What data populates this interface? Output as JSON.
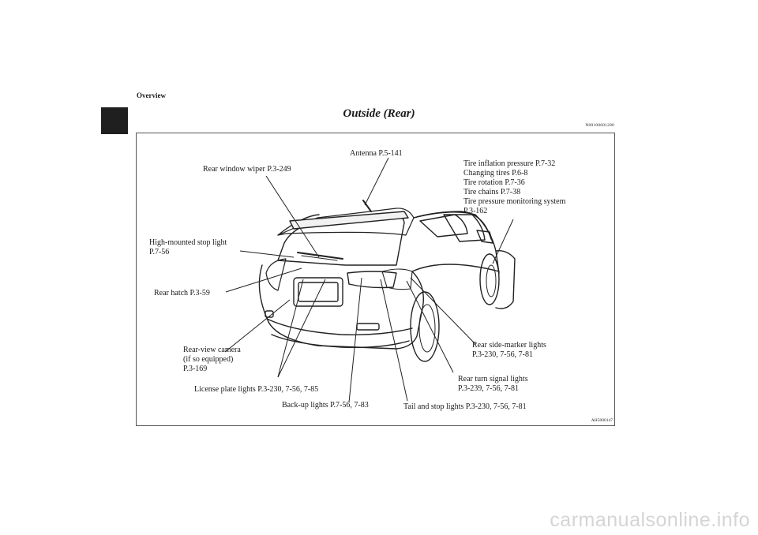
{
  "header": {
    "section": "Overview",
    "title": "Outside (Rear)",
    "doc_code": "N00100601280"
  },
  "figure": {
    "code": "AH5000147",
    "callouts": {
      "antenna": "Antenna P.5-141",
      "wiper": "Rear window wiper P.3-249",
      "tire": [
        "Tire inflation pressure P.7-32",
        "Changing tires P.6-8",
        "Tire rotation P.7-36",
        "Tire chains P.7-38",
        "Tire pressure monitoring system",
        "P.3-162"
      ],
      "stop_light": [
        "High-mounted stop light",
        "P.7-56"
      ],
      "hatch": "Rear hatch P.3-59",
      "camera": [
        "Rear-view camera",
        "(if so equipped)",
        "P.3-169"
      ],
      "license": "License plate lights P.3-230, 7-56, 7-85",
      "backup": "Back-up lights P.7-56, 7-83",
      "tail": "Tail and stop lights P.3-230, 7-56, 7-81",
      "turn": [
        "Rear turn signal lights",
        "P.3-239, 7-56, 7-81"
      ],
      "marker": [
        "Rear side-marker lights",
        "P.3-230, 7-56, 7-81"
      ]
    }
  },
  "watermark": "carmanualsonline.info"
}
